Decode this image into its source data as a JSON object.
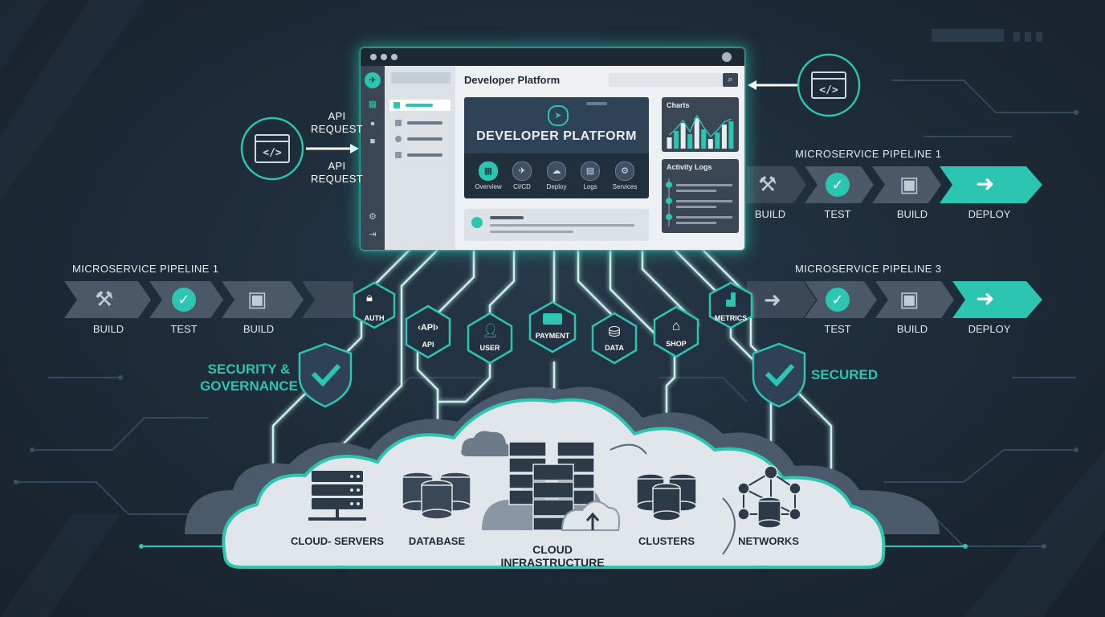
{
  "window": {
    "title": "Developer Platform",
    "hero_title": "DEVELOPER PLATFORM",
    "nav": [
      "Overview",
      "CI/CD",
      "Deploy",
      "Logs",
      "Services"
    ],
    "charts_title": "Charts",
    "logs_title": "Activity Logs",
    "chart_values": [
      0.35,
      0.55,
      0.8,
      0.45,
      0.95,
      0.6,
      0.3,
      0.5,
      0.75,
      0.85
    ]
  },
  "left_inputs": {
    "api_1": "API\nREQUEST",
    "api_2": "API\nREQUEST"
  },
  "pipelines": {
    "top_right": {
      "title": "MICROSERVICE PIPELINE 1",
      "steps": [
        "BUILD",
        "TEST",
        "BUILD",
        "DEPLOY"
      ]
    },
    "mid_left": {
      "title": "MICROSERVICE PIPELINE 1",
      "steps": [
        "BUILD",
        "TEST",
        "BUILD"
      ]
    },
    "mid_right": {
      "title": "MICROSERVICE PIPELINE 3",
      "steps": [
        "TEST",
        "BUILD",
        "DEPLOY"
      ]
    }
  },
  "hexagons": [
    "AUTH",
    "API",
    "USER",
    "PAYMENT",
    "DATA",
    "SHOP",
    "METRICS"
  ],
  "hex_api_glyph": "‹API›",
  "security_left": "SECURITY &\nGOVERNANCE",
  "security_right": "SECURED",
  "cloud": {
    "servers": "CLOUD- SERVERS",
    "database": "DATABASE",
    "infrastructure": "CLOUD INFRASTRUCTURE",
    "clusters": "CLUSTERS",
    "networks": "NETWORKS"
  },
  "colors": {
    "accent": "#2cc5b2",
    "background": "#1c2733",
    "panel": "#3b4654"
  }
}
